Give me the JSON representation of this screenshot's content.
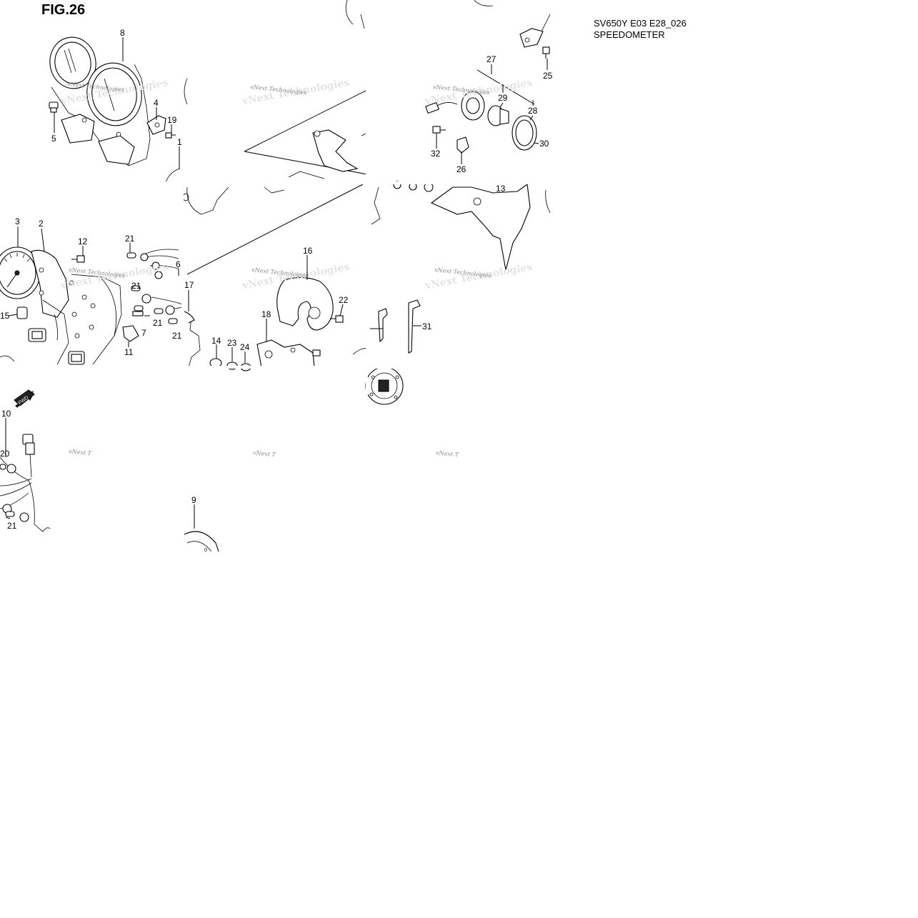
{
  "figure": {
    "title": "FIG.26",
    "code": "SV650Y E03 E28_026",
    "name": "SPEEDOMETER"
  },
  "watermark": {
    "text": "vNext Technologies",
    "partial_text": "vNext T",
    "color": "#8a8a8a"
  },
  "callouts": [
    "8",
    "4",
    "19",
    "5",
    "1",
    "27",
    "25",
    "29",
    "28",
    "30",
    "32",
    "26",
    "13",
    "3",
    "2",
    "12",
    "21",
    "6",
    "15",
    "21",
    "17",
    "7",
    "21",
    "21",
    "11",
    "16",
    "22",
    "18",
    "14",
    "23",
    "24",
    "31",
    "10",
    "20",
    "21",
    "9"
  ],
  "direction_tag": "FWD"
}
